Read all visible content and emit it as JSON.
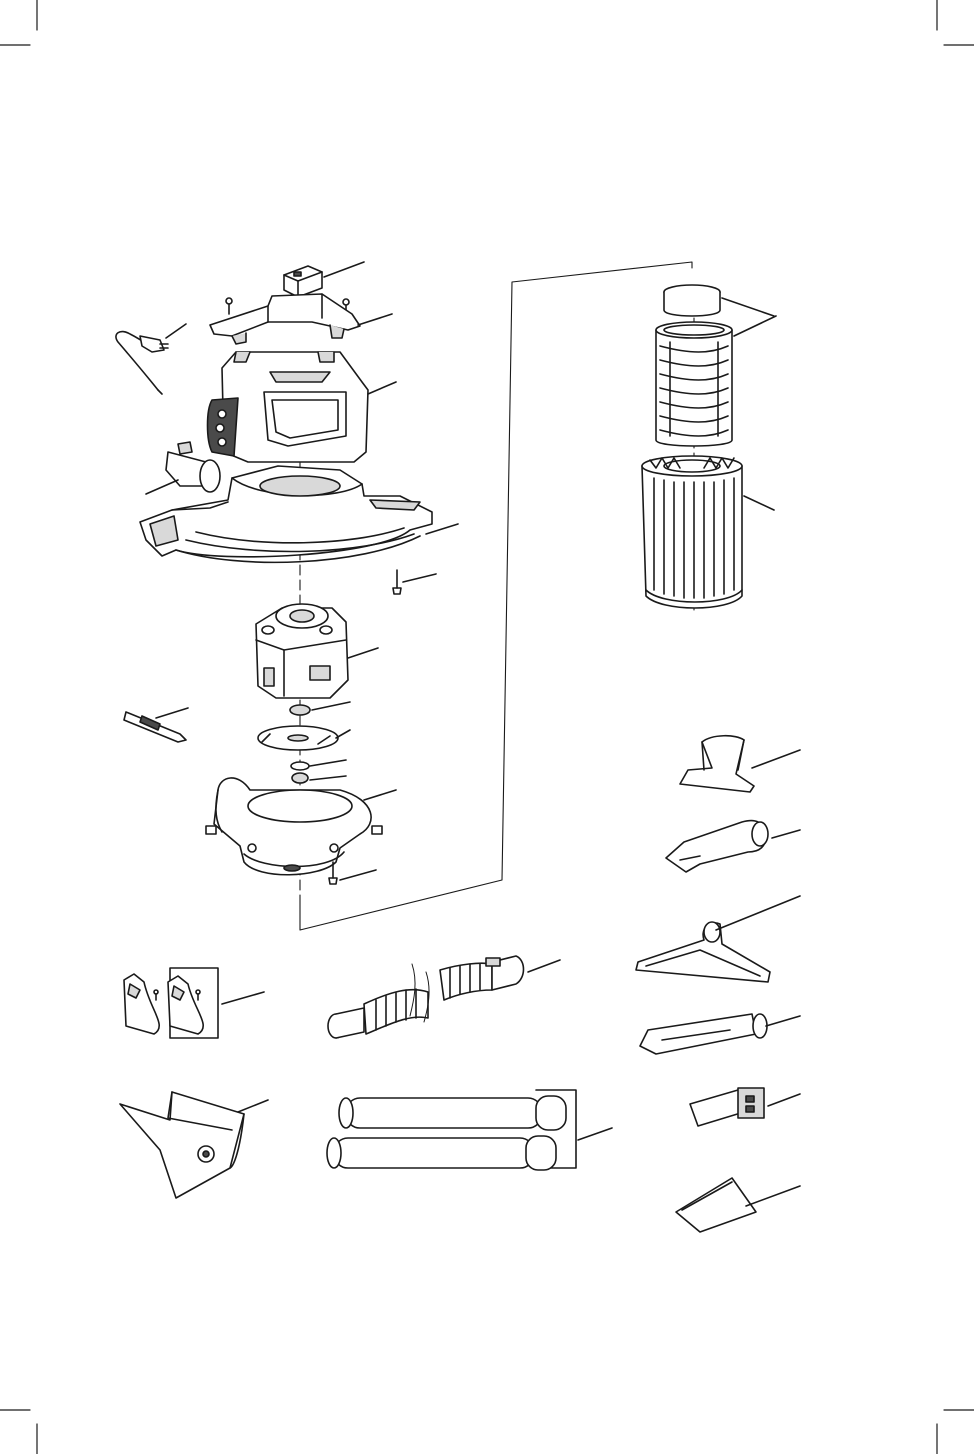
{
  "diagram": {
    "type": "exploded-parts-view",
    "line_color": "#1a1a1a",
    "fill_light": "#ffffff",
    "fill_mid": "#d9d9d9",
    "fill_dark": "#4a4a4a",
    "labels_printed": false,
    "parts": [
      "handle-top-piece",
      "handle-screw",
      "handle",
      "power-cord",
      "motor-housing",
      "hose-connector-tube",
      "lid",
      "lid-screw",
      "motor",
      "cord-wrap",
      "spacer",
      "impeller",
      "washer",
      "nut",
      "base-housing",
      "base-screw",
      "cartridge-filter-cap",
      "filter-cage",
      "pleated-filter",
      "utility-nozzle",
      "claw-nozzle",
      "floor-nozzle",
      "crevice-tool",
      "blower-adapter",
      "manual",
      "caster-clips",
      "flexible-hose",
      "filter-bag",
      "extension-wands"
    ]
  }
}
